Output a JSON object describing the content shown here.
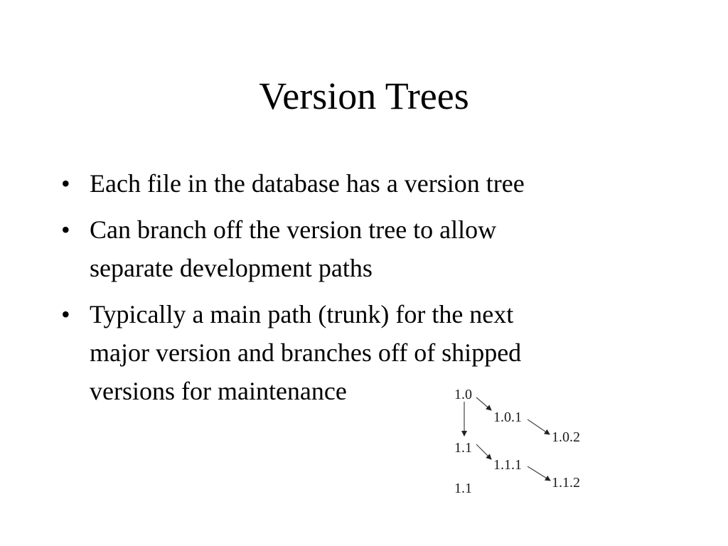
{
  "slide": {
    "title": "Version Trees",
    "bullet_glyph": "•",
    "bullets": [
      {
        "lines": [
          "Each file in the database has a version tree"
        ]
      },
      {
        "lines": [
          "Can branch off the version tree to allow",
          "separate development paths"
        ]
      },
      {
        "lines": [
          "Typically a main path (trunk) for the next",
          "major version and branches off of shipped",
          "versions for maintenance"
        ]
      }
    ]
  },
  "version_tree": {
    "nodes": {
      "n1": "1.0",
      "n2": "1.0.1",
      "n3": "1.0.2",
      "n4": "1.1",
      "n5": "1.1.1",
      "n6": "1.1.2",
      "n7": "1.1"
    },
    "edges": [
      {
        "from": "1.0",
        "to": "1.0.1"
      },
      {
        "from": "1.0.1",
        "to": "1.0.2"
      },
      {
        "from": "1.0",
        "to": "1.1"
      },
      {
        "from": "1.1",
        "to": "1.1.1"
      },
      {
        "from": "1.1.1",
        "to": "1.1.2"
      }
    ]
  }
}
